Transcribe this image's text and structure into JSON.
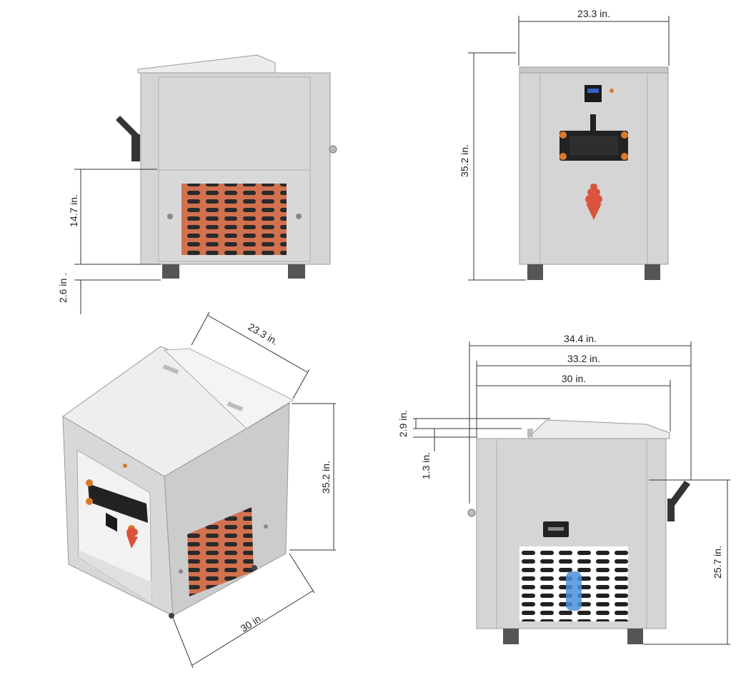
{
  "views": {
    "side_left": {
      "height_label": "14.7 in.",
      "foot_label": "2.6 in ."
    },
    "front": {
      "width_label": "23.3 in.",
      "height_label": "35.2 in."
    },
    "isometric": {
      "depth_label": "23.3 in.",
      "height_label": "35.2 in.",
      "width_label": "30  in."
    },
    "side_right": {
      "overall_label": "34.4  in.",
      "mid_label": "33.2 in.",
      "body_label": "30 in.",
      "lid_label": "2.9 in.",
      "step_label": "1.3 in.",
      "handle_label": "25.7 in."
    }
  },
  "colors": {
    "steel": "#d5d5d5",
    "steel_dark": "#b8b8b8",
    "top": "#ececec",
    "copper": "#d2714f",
    "cone": "#d9543c",
    "black": "#222222",
    "led": "#3560c8",
    "knob": "#d87a2a"
  }
}
